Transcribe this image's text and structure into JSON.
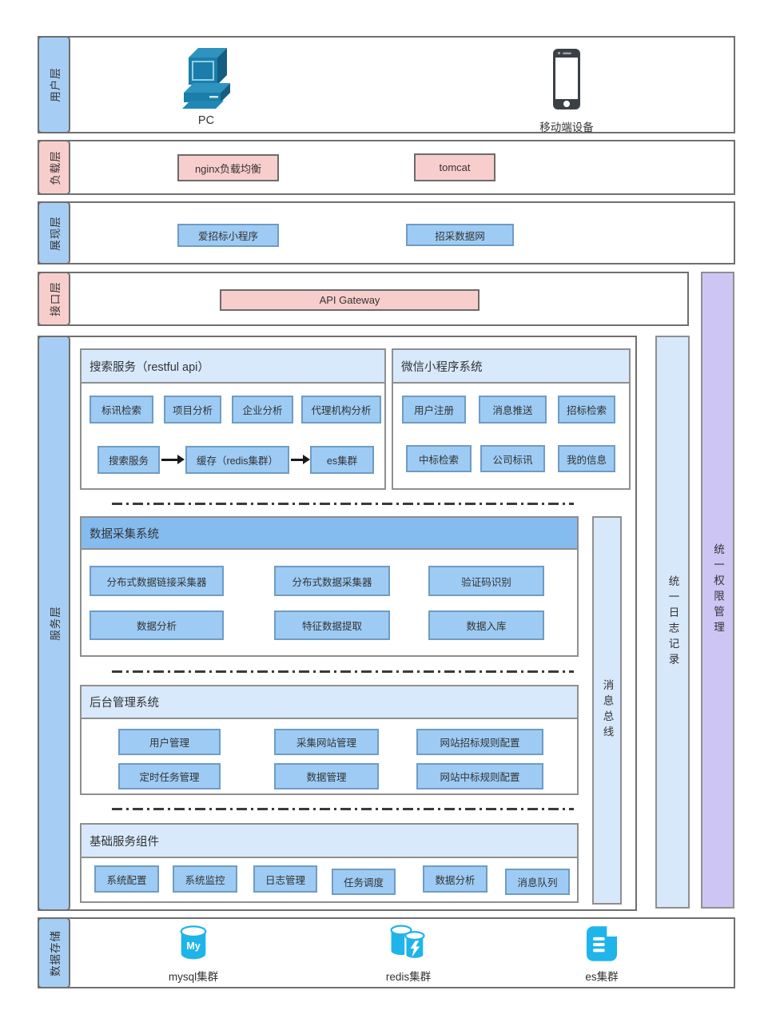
{
  "layers": {
    "user": {
      "label": "用户层",
      "pc": "PC",
      "mobile": "移动端设备"
    },
    "load": {
      "label": "负载层",
      "nginx": "nginx负载均衡",
      "tomcat": "tomcat"
    },
    "present": {
      "label": "展现层",
      "mini_program": "爱招标小程序",
      "data_site": "招采数据网"
    },
    "api": {
      "label": "接口层",
      "gateway": "API Gateway"
    },
    "service": {
      "label": "服务层"
    },
    "storage": {
      "label": "数据存储",
      "mysql": "mysql集群",
      "redis": "redis集群",
      "es": "es集群"
    }
  },
  "sections": {
    "search": {
      "title": "搜索服务（restful api）",
      "row1": [
        "标讯检索",
        "项目分析",
        "企业分析",
        "代理机构分析"
      ],
      "flow": [
        "搜索服务",
        "缓存（redis集群）",
        "es集群"
      ]
    },
    "wechat": {
      "title": "微信小程序系统",
      "row1": [
        "用户注册",
        "消息推送",
        "招标检索"
      ],
      "row2": [
        "中标检索",
        "公司标讯",
        "我的信息"
      ]
    },
    "collect": {
      "title": "数据采集系统",
      "row1": [
        "分布式数据链接采集器",
        "分布式数据采集器",
        "验证码识别"
      ],
      "row2": [
        "数据分析",
        "特征数据提取",
        "数据入库"
      ]
    },
    "admin": {
      "title": "后台管理系统",
      "row1": [
        "用户管理",
        "采集网站管理",
        "网站招标规则配置"
      ],
      "row2": [
        "定时任务管理",
        "数据管理",
        "网站中标规则配置"
      ]
    },
    "base": {
      "title": "基础服务组件",
      "items": [
        "系统配置",
        "系统监控",
        "日志管理",
        "任务调度",
        "数据分析",
        "消息队列"
      ]
    }
  },
  "bars": {
    "bus": "消息总线",
    "log": "统一日志记录",
    "auth": "统一权限管理"
  },
  "icons": {
    "pc": "desktop-computer-icon",
    "mobile": "smartphone-icon",
    "mysql": "mysql-cylinder-icon",
    "redis": "redis-cylinders-lightning-icon",
    "es": "es-document-icon"
  },
  "colors": {
    "layer_label_blue": "#a6cef4",
    "layer_label_pink": "#f8cecc",
    "box_blue": "#9dcbf4",
    "box_pink": "#f8cecc",
    "section_header_pale": "#d7e9fb",
    "section_header_medium": "#85bcf0",
    "bar_light_blue": "#d7e8fb",
    "bar_purple": "#cdc6f4",
    "icon_cyan": "#1fb4ea",
    "pc_teal": "#1b7da9",
    "phone_dark": "#3a4045"
  }
}
